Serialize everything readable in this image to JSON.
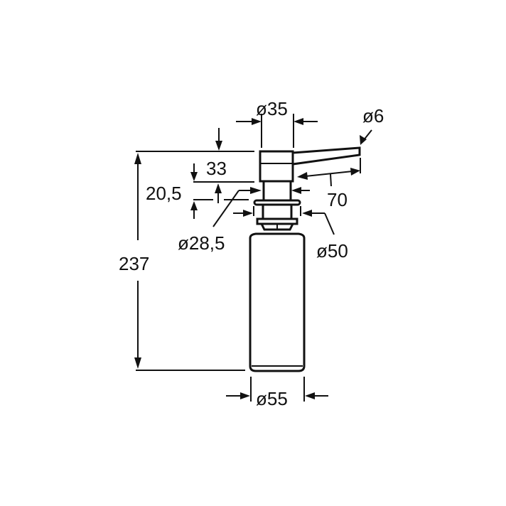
{
  "drawing": {
    "subject": "soap dispenser dimension drawing",
    "units": "mm",
    "colors": {
      "line": "#111111",
      "background": "#ffffff"
    },
    "dimensions": {
      "top_diameter": "ø35",
      "spout_diameter": "ø6",
      "spout_reach": "70",
      "head_height": "33",
      "collar_height": "20,5",
      "thread_diameter": "ø28,5",
      "flange_diameter": "ø50",
      "total_height": "237",
      "bottle_diameter": "ø55"
    }
  }
}
